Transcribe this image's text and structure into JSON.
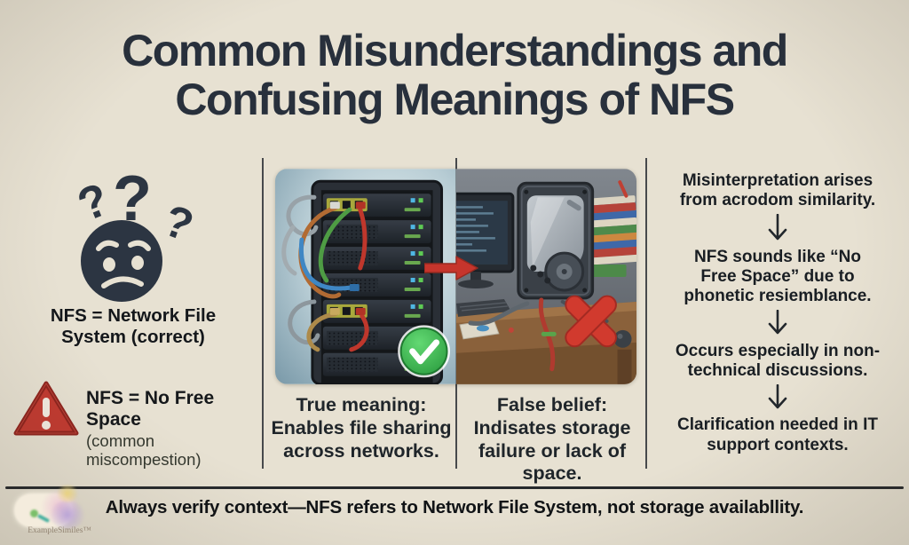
{
  "title": {
    "line1": "Common Misunderstandings and",
    "line2": "Confusing Meanings of NFS"
  },
  "left_column": {
    "correct_definition": "NFS = Network File\nSystem (correct)",
    "wrong_definition": "NFS = No Free Space",
    "wrong_definition_note": "(common miscompestion)"
  },
  "middle": {
    "true_caption": "True meaning:\nEnables file sharing\nacross networks.",
    "false_caption": "False belief:\nIndisates storage\nfailure or lack of space."
  },
  "right_column": {
    "step1": "Misinterpretation arises\nfrom acrodom similarity.",
    "step2": "NFS sounds like “No\nFree Space” due to\nphonetic resiemblance.",
    "step3": "Occurs especially in non-\ntechnical discussions.",
    "step4": "Clarification needed in IT\nsupport contexts."
  },
  "footer": {
    "note": "Always verify context—NFS refers to Network File System, not storage availabllity."
  },
  "watermark": {
    "text": "ExampleSimiles™"
  },
  "icons": {
    "left_top": "confused-face-with-question-marks",
    "left_bottom": "warning-triangle",
    "middle_left_badge": "green-checkmark",
    "middle_right_badge": "red-x-mark",
    "between_panels": "red-arrow-right",
    "right_column": "down-arrows"
  },
  "colors": {
    "background": "#e7e1d2",
    "title_text": "#28303c",
    "body_text": "#1d2227",
    "divider": "#35393d",
    "warning_red": "#c23a31",
    "check_green": "#36b24a",
    "cross_red": "#d13a2e",
    "arrow_red": "#c6352c"
  }
}
